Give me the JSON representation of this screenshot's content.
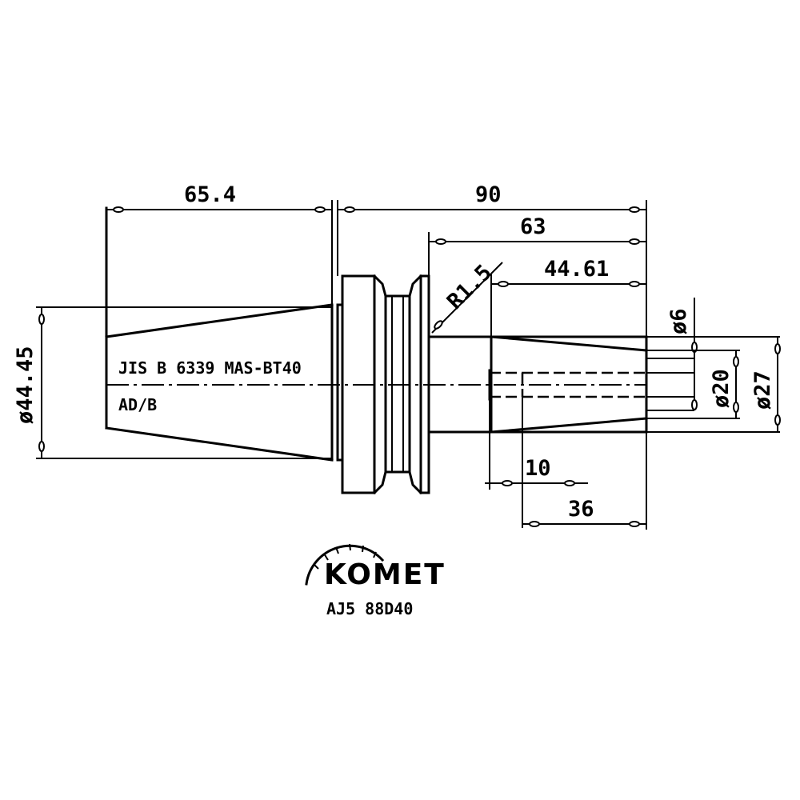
{
  "dimensions": {
    "flange_length": "65.4",
    "overall_length": "90",
    "body_length": "63",
    "shank_length": "44.61",
    "taper_diameter": "ø44.45",
    "radius": "R1.5",
    "bore_diameter": "ø6",
    "shank_diameter": "ø20",
    "collar_diameter": "ø27",
    "bore_depth": "10",
    "clamp_length": "36"
  },
  "notes": {
    "standard": "JIS B 6339 MAS-BT40",
    "form": "AD/B"
  },
  "logo": {
    "brand": "KOMET",
    "part_number": "AJ5 88D40"
  }
}
